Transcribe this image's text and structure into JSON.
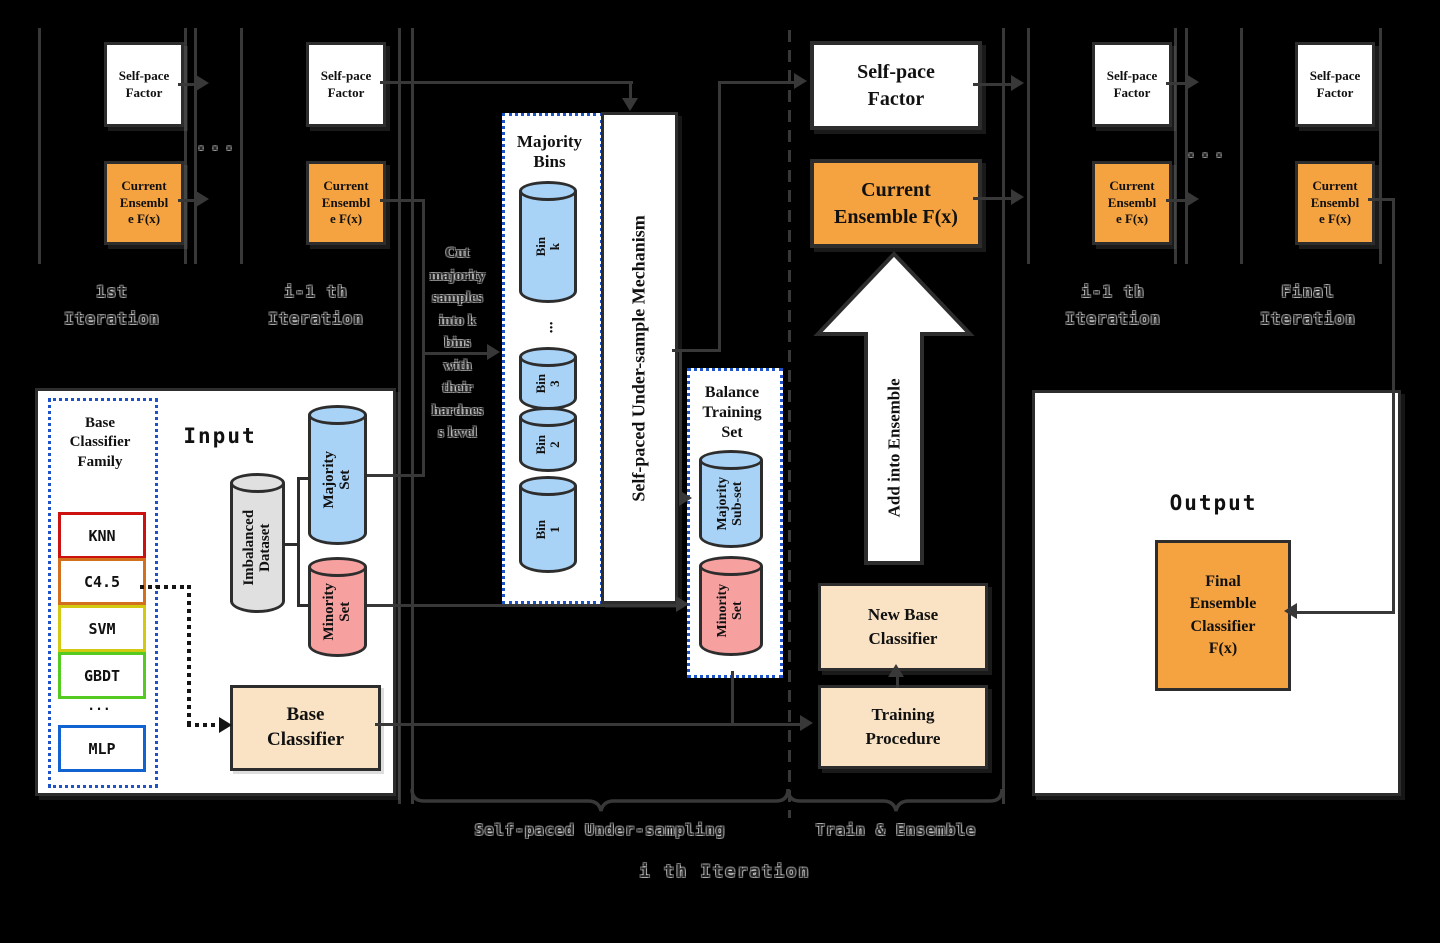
{
  "iterations": [
    {
      "label": "1st\nIteration",
      "self_pace": "Self-pace\nFactor",
      "ensemble": "Current\nEnsembl\ne F(x)"
    },
    {
      "label": "i-1 th\nIteration",
      "self_pace": "Self-pace\nFactor",
      "ensemble": "Current\nEnsembl\ne F(x)"
    },
    {
      "label": "i-1 th\nIteration",
      "self_pace": "Self-pace\nFactor",
      "ensemble": "Current\nEnsembl\ne F(x)"
    },
    {
      "label": "Final\nIteration",
      "self_pace": "Self-pace\nFactor",
      "ensemble": "Current\nEnsembl\ne F(x)"
    }
  ],
  "dots": "...",
  "main": {
    "self_pace": "Self-pace\nFactor",
    "ensemble": "Current\nEnsemble F(x)",
    "add_arrow": "Add into Ensemble",
    "mechanism": "Self-paced Under-sample Mechanism",
    "cut_note": "Cut\nmajority\nsamples\ninto k\nbins\nwith\ntheir\nhardnes\ns level"
  },
  "majority_bins": {
    "title": "Majority\nBins",
    "bin_k": "Bin\nk",
    "dots": "...",
    "bin_3": "Bin\n3",
    "bin_2": "Bin\n2",
    "bin_1": "Bin\n1"
  },
  "balance": {
    "title": "Balance\nTraining\nSet",
    "majority": "Majority\nSub-set",
    "minority": "Minority\nSet"
  },
  "input": {
    "title": "Input",
    "family_title": "Base\nClassifier\nFamily",
    "classifiers": [
      "KNN",
      "C4.5",
      "SVM",
      "GBDT",
      "MLP"
    ],
    "family_dots": "...",
    "dataset": "Imbalanced\nDataset",
    "majority": "Majority\nSet",
    "minority": "Minority\nSet",
    "base_classifier": "Base\nClassifier"
  },
  "train": {
    "new_base": "New Base\nClassifier",
    "procedure": "Training\nProcedure"
  },
  "output": {
    "title": "Output",
    "final_classifier": "Final\nEnsemble\nClassifier\nF(x)"
  },
  "sections": {
    "under_sampling": "Self-paced Under-sampling",
    "train_ensemble": "Train & Ensemble",
    "iteration": "i th Iteration"
  },
  "colors": {
    "orange": "#f5a240",
    "peach": "#fae3c4",
    "cyl_blue": "#a8d2f6",
    "cyl_pink": "#f7a0a0",
    "cyl_gray": "#e0e0e0",
    "dashed_border_blue": "#1d52c8",
    "line": "#383838",
    "knn_border": "#cc1111",
    "c45_border": "#d2701d",
    "svm_border": "#d2ca11",
    "gbdt_border": "#55cb22",
    "mlp_border": "#1163d1"
  }
}
